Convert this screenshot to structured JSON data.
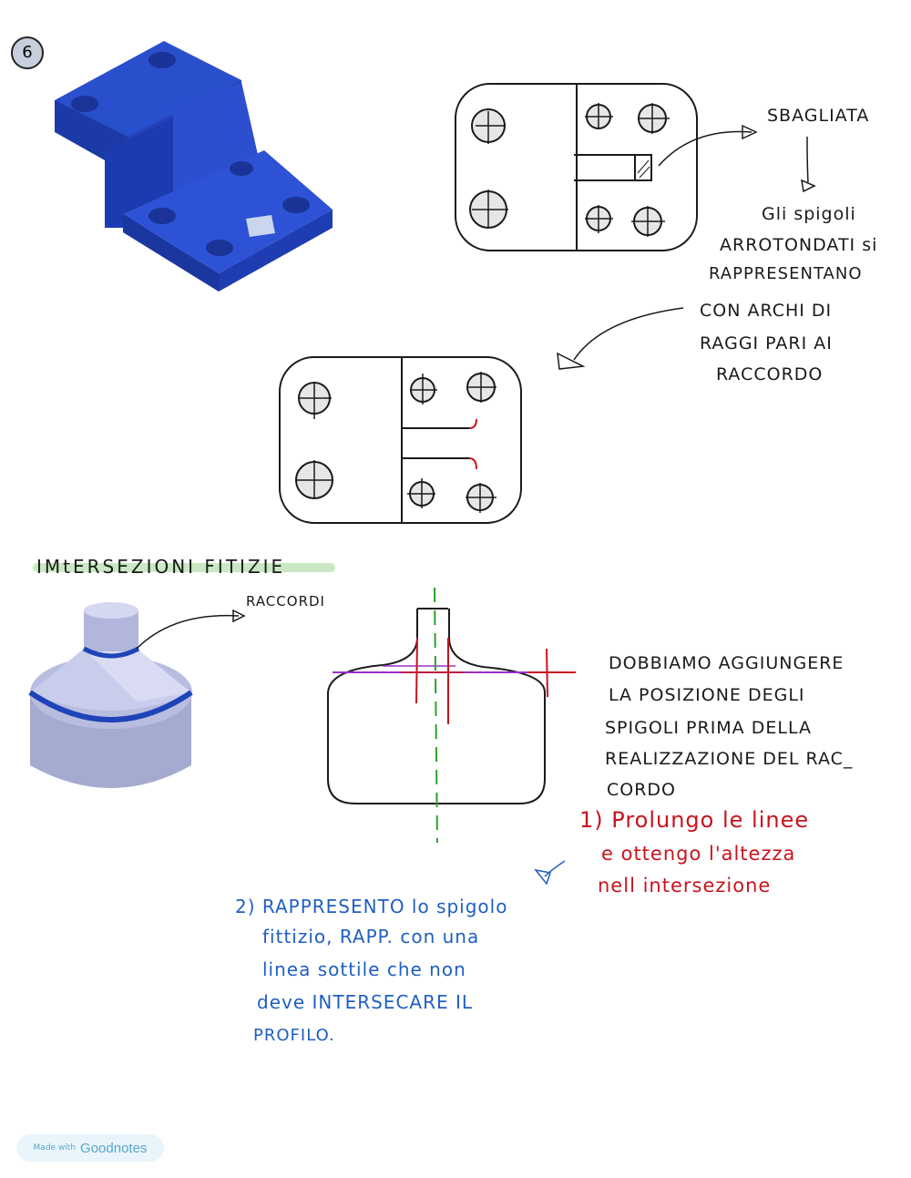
{
  "page": {
    "number": "6",
    "section_title": "IMtERSEZIONI FITIZIE"
  },
  "annotations": {
    "sbagliata": "SBAGLIATA",
    "explanation_lines": [
      "Gli spigoli",
      "ARROTONDATI si",
      "RAPPRESENTANO",
      "CON ARCHI DI",
      "RAGGI PARI AI",
      "RACCORDO"
    ],
    "raccordi": "RACCORDI",
    "instruction_black": [
      "DOBBIAMO AGGIUNGERE",
      "LA POSIZIONE DEGLI",
      "SPIGOLI PRIMA DELLA",
      "REALIZZAZIONE DEL RAC_",
      "CORDO"
    ],
    "step1_red": [
      "1) Prolungo  le linee",
      "e ottengo l'altezza",
      "nell intersezione"
    ],
    "step2_blue": [
      "2) RAPPRESENTO lo spigolo",
      "fittizio, RAPP. con una",
      "linea sottile che non",
      "deve  INTERSECARE  IL",
      "PROFILO."
    ]
  },
  "watermark": {
    "prefix": "Made with",
    "brand": "Goodnotes"
  },
  "colors": {
    "ink": "#1a1a1a",
    "red_ink": "#c8141e",
    "blue_ink": "#1f5fc4",
    "model_blue": "#1f43b8",
    "highlight_green": "#c9e8c3",
    "purple_line": "#9b30c8",
    "green_axis": "#2aa22a"
  }
}
